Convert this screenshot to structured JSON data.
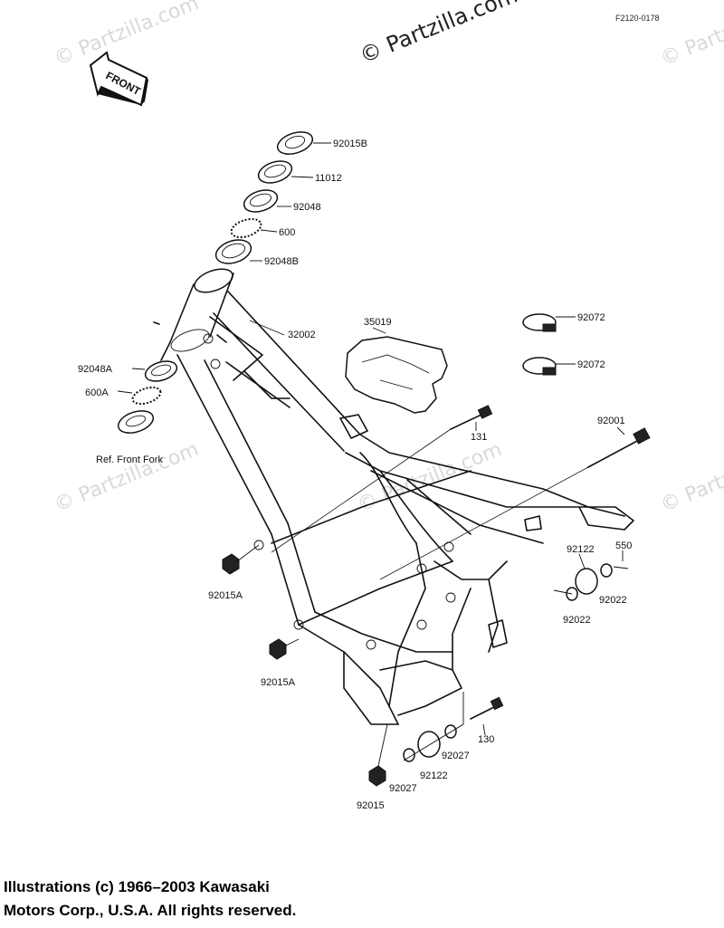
{
  "diagram_code": "F2120-0178",
  "watermarks": [
    "© Partzilla.com",
    "© Partzilla.com",
    "© Partzilla.com",
    "© Partzilla.com",
    "© Partzilla.com",
    "© Partzilla.com"
  ],
  "front_label": "FRONT",
  "reference_note": "Ref. Front Fork",
  "credit_line1": "Illustrations (c) 1966–2003 Kawasaki",
  "credit_line2": "Motors Corp., U.S.A.  All rights reserved.",
  "part_labels": {
    "p92015B": "92015B",
    "p11012": "11012",
    "p92048": "92048",
    "p600": "600",
    "p92048B": "92048B",
    "p32002": "32002",
    "p35019": "35019",
    "p92072a": "92072",
    "p92072b": "92072",
    "p92048A": "92048A",
    "p600A": "600A",
    "p131": "131",
    "p92001": "92001",
    "p92122a": "92122",
    "p550": "550",
    "p92022a": "92022",
    "p92022b": "92022",
    "p92015Aa": "92015A",
    "p92015Ab": "92015A",
    "p130": "130",
    "p92027a": "92027",
    "p92122b": "92122",
    "p92027b": "92027",
    "p92015": "92015"
  }
}
